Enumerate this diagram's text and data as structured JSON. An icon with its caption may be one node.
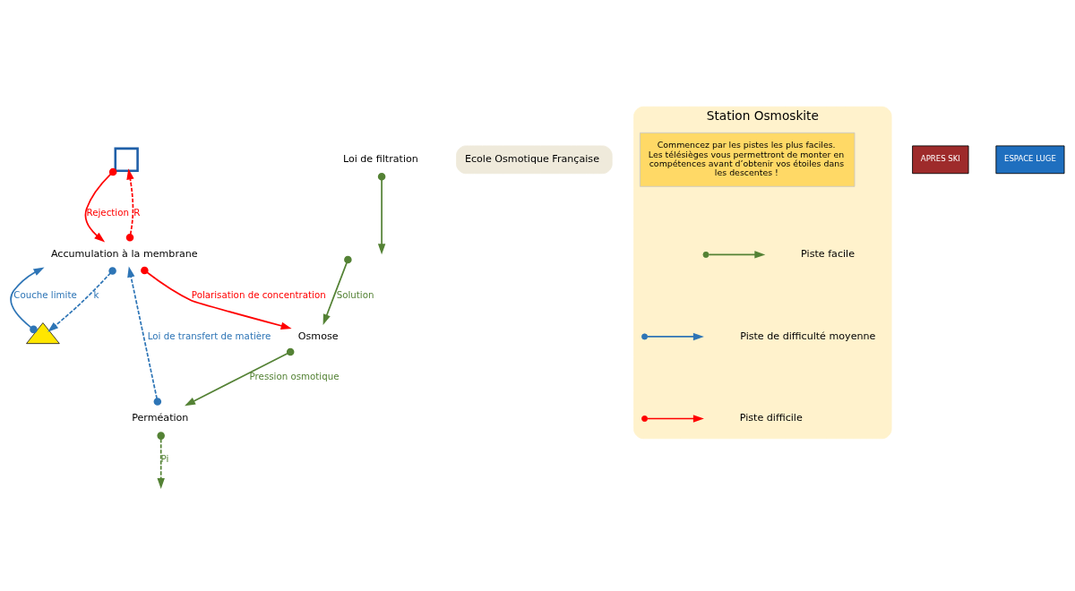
{
  "diagram": {
    "nodes": [
      {
        "text": [],
        "shape": "box"
      },
      {
        "text": [],
        "shape": "triangle"
      },
      {
        "text": [
          "Accumulation à la membrane"
        ]
      },
      {
        "text": [
          "Loi de filtration"
        ]
      },
      {
        "text": [
          "Osmose"
        ]
      },
      {
        "text": [
          "Perméation"
        ]
      },
      {
        "text": [
          "Ecole Osmotique Française"
        ]
      },
      {
        "text": [
          "Station Osmoskite"
        ]
      },
      {
        "text": [
          "Commencez par les pistes les plus faciles. Les télésièges vous permettront de monter en compétences avant d’obtenir vos étoiles dans les descentes !"
        ],
        "in": 7
      }
    ],
    "edges": [
      {
        "from": 0,
        "to": 2,
        "arrow": "to",
        "label": "Rejection",
        "color": "#ff0000"
      },
      {
        "from": 2,
        "to": 0,
        "arrow": "to",
        "label": "R",
        "style": "dashed",
        "color": "#ff0000"
      },
      {
        "from": 2,
        "to": 1,
        "arrow": "to",
        "label": "k",
        "style": "dashed",
        "color": "#2e75b6"
      },
      {
        "from": 1,
        "to": 2,
        "arrow": "to",
        "label": "Couche limite",
        "color": "#2e75b6"
      },
      {
        "from": 2,
        "to": 4,
        "arrow": "to",
        "label": "Polarisation de concentration",
        "color": "#ff0000"
      },
      {
        "from": null,
        "to": 4,
        "arrow": "to",
        "label": "Solution",
        "color": "#548235"
      },
      {
        "from": 5,
        "to": null,
        "arrow": "to",
        "label": "Pi",
        "style": "dashed",
        "color": "#548235"
      },
      {
        "from": 4,
        "to": 5,
        "arrow": "to",
        "label": "Pression osmotique",
        "color": "#548235"
      },
      {
        "from": 3,
        "to": null,
        "arrow": "to",
        "color": "#548235"
      },
      {
        "from": 5,
        "to": 2,
        "arrow": "to",
        "label": "Loi de transfert de matière",
        "style": "dashed",
        "color": "#2e75b6"
      }
    ],
    "labels": [
      "APRES SKI",
      "ESPACE LUGE"
    ],
    "legend": [
      {
        "text": "Piste facile"
      },
      {
        "text": "Piste de difficulté moyenne"
      },
      {
        "text": "Piste difficile"
      }
    ]
  }
}
